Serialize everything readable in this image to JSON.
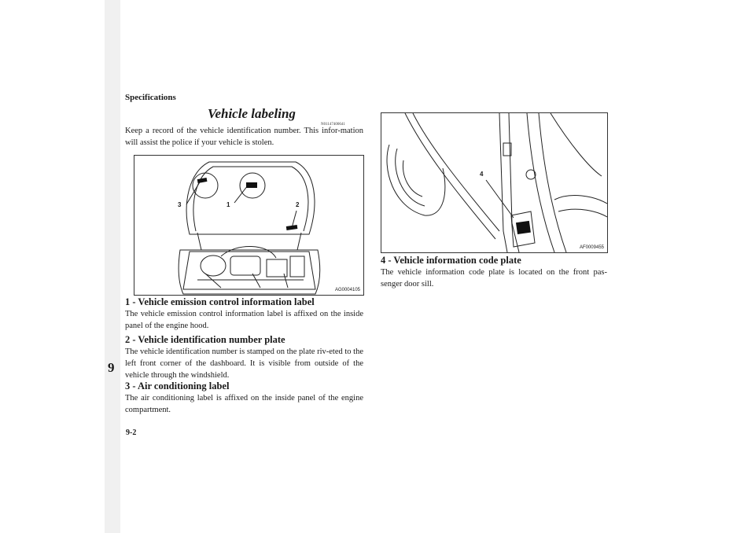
{
  "header": {
    "section": "Specifications"
  },
  "tab": {
    "number": "9"
  },
  "footer": {
    "page_number": "9-2"
  },
  "content": {
    "title": "Vehicle labeling",
    "title_code": "N01147400641",
    "intro": "Keep a record of the vehicle identification number. This infor-mation will assist the police if your vehicle is stolen.",
    "figure1": {
      "code": "AG0004105",
      "callouts": [
        "3",
        "1",
        "2"
      ]
    },
    "figure2": {
      "code": "AF0009455",
      "callouts": [
        "4"
      ]
    },
    "items": [
      {
        "heading": "1 - Vehicle emission control information label",
        "text": "The vehicle emission control information label is affixed on the inside panel of the engine hood."
      },
      {
        "heading": "2 - Vehicle identification number plate",
        "text": "The vehicle identification number is stamped on the plate riv-eted to the left front corner of the dashboard. It is visible from outside of the vehicle through the windshield."
      },
      {
        "heading": "3 - Air conditioning label",
        "text": "The air conditioning label is affixed on the inside panel of the engine compartment."
      },
      {
        "heading": "4 - Vehicle information code plate",
        "text": "The vehicle information code plate is located on the front pas-senger door sill."
      }
    ]
  }
}
